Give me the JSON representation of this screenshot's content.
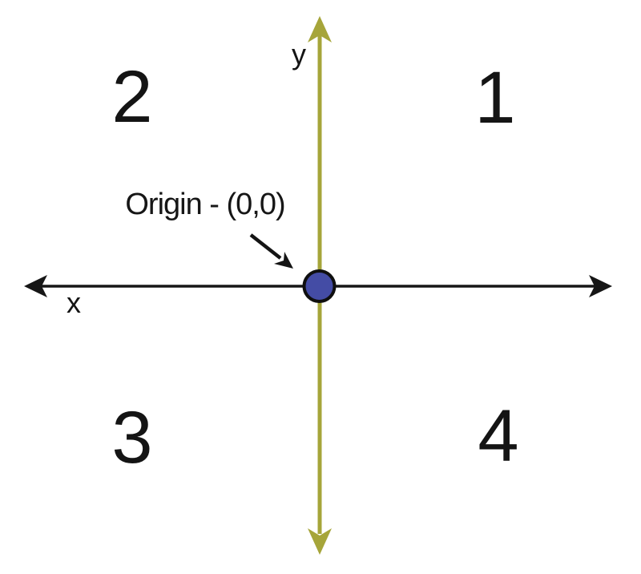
{
  "diagram": {
    "type": "cartesian-coordinate-plane-quadrants",
    "background_color": "#ffffff",
    "text_color": "#161616",
    "axes": {
      "x": {
        "label": "x",
        "color": "#161616"
      },
      "y": {
        "label": "y",
        "color": "#a6a53a"
      }
    },
    "origin": {
      "label": "Origin - (0,0)",
      "dot_fill": "#444ca5",
      "dot_outline": "#0f0f0f",
      "pointer_color": "#141414"
    },
    "quadrants": {
      "q1": "1",
      "q2": "2",
      "q3": "3",
      "q4": "4"
    }
  }
}
